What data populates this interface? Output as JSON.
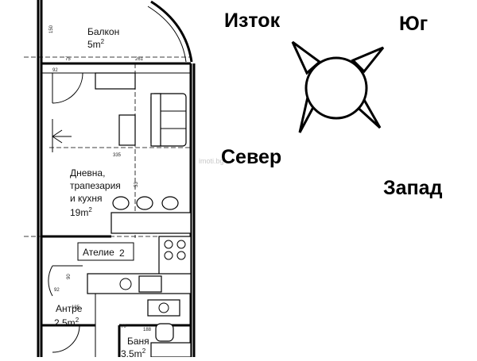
{
  "compass": {
    "east": "Изток",
    "south": "Юг",
    "north": "Север",
    "west": "Запад"
  },
  "rooms": {
    "balcony": {
      "name": "Балкон",
      "area": "5m",
      "area_sup": "2"
    },
    "living": {
      "line1": "Дневна,",
      "line2": "трапезария",
      "line3": "и кухня",
      "area": "19m",
      "area_sup": "2"
    },
    "studio": {
      "name": "Ателие",
      "number": "2"
    },
    "hall": {
      "name": "Антре",
      "area": "2.5m",
      "area_sup": "2"
    },
    "bath": {
      "name": "Баня",
      "area": "3.5m",
      "area_sup": "2"
    }
  },
  "dimensions": [
    "150",
    "75",
    "261",
    "92",
    "335",
    "53",
    "90",
    "92",
    "135",
    "70",
    "188"
  ],
  "watermark": "imoti.bg"
}
